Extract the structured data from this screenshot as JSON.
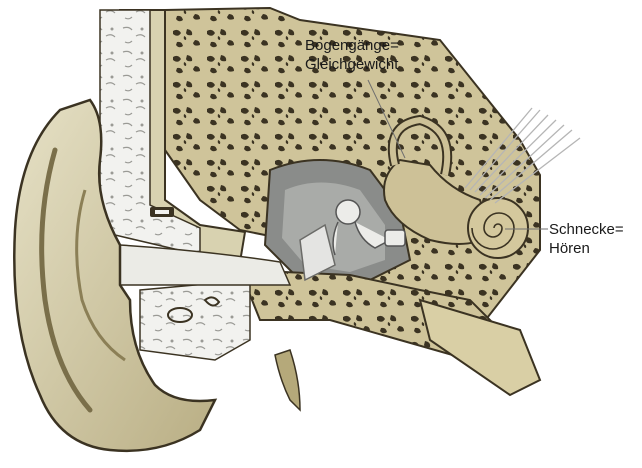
{
  "labels": {
    "bogengaenge": {
      "line1": "Bogengänge=",
      "line2": "Gleichgewicht"
    },
    "schnecke": {
      "line1": "Schnecke=",
      "line2": "Hören"
    }
  },
  "colors": {
    "bone": "#cfc49a",
    "bone_dark": "#3b3322",
    "skin": "#d8d2b0",
    "skin_shadow": "#a79c70",
    "canal": "#ebebe6",
    "cavity": "#8a8c8a",
    "nerve": "#e0e0e0"
  }
}
